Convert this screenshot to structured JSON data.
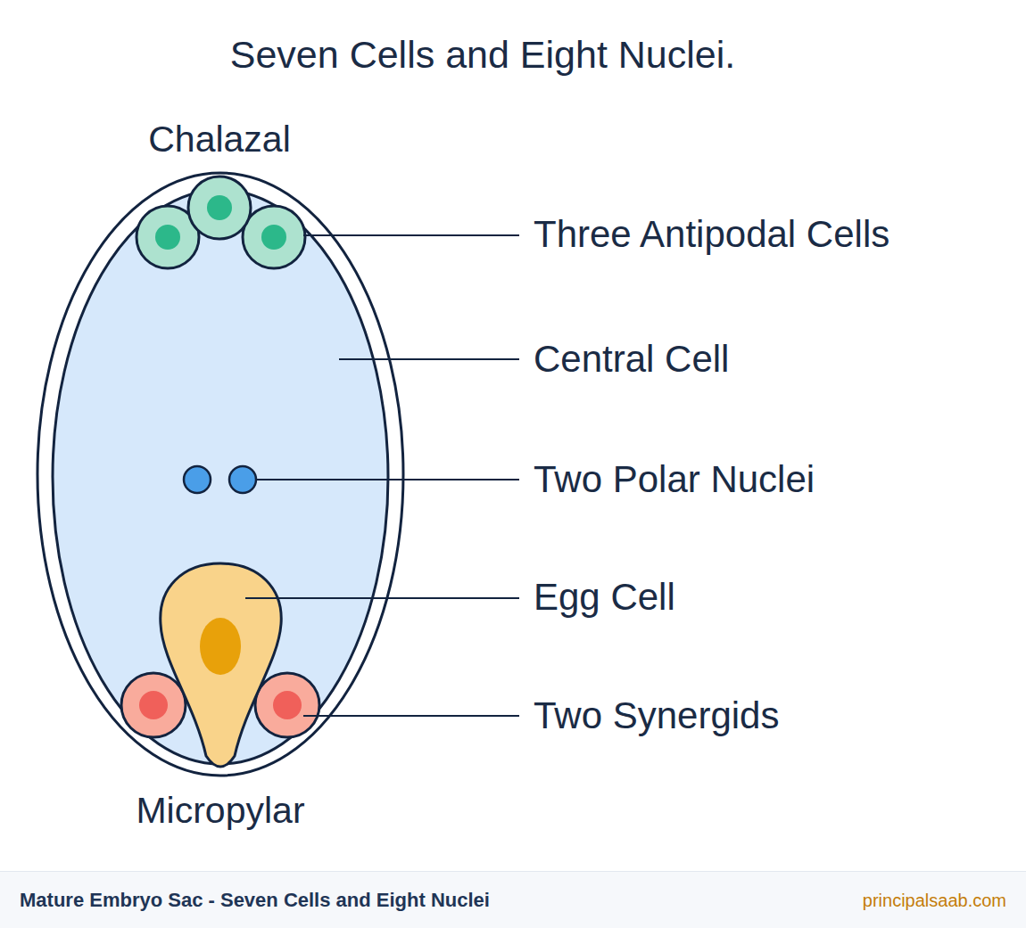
{
  "diagram": {
    "title": "Seven Cells and Eight Nuclei.",
    "caption": "Mature Embryo Sac - Seven Cells and Eight Nuclei",
    "labels": [
      "Chalazal",
      "Three Antipodal Cells",
      "Central Cell",
      "Two Polar Nuclei",
      "Egg Cell",
      "Two Synergids",
      "Micropylar",
      "principalsaab.com"
    ]
  }
}
